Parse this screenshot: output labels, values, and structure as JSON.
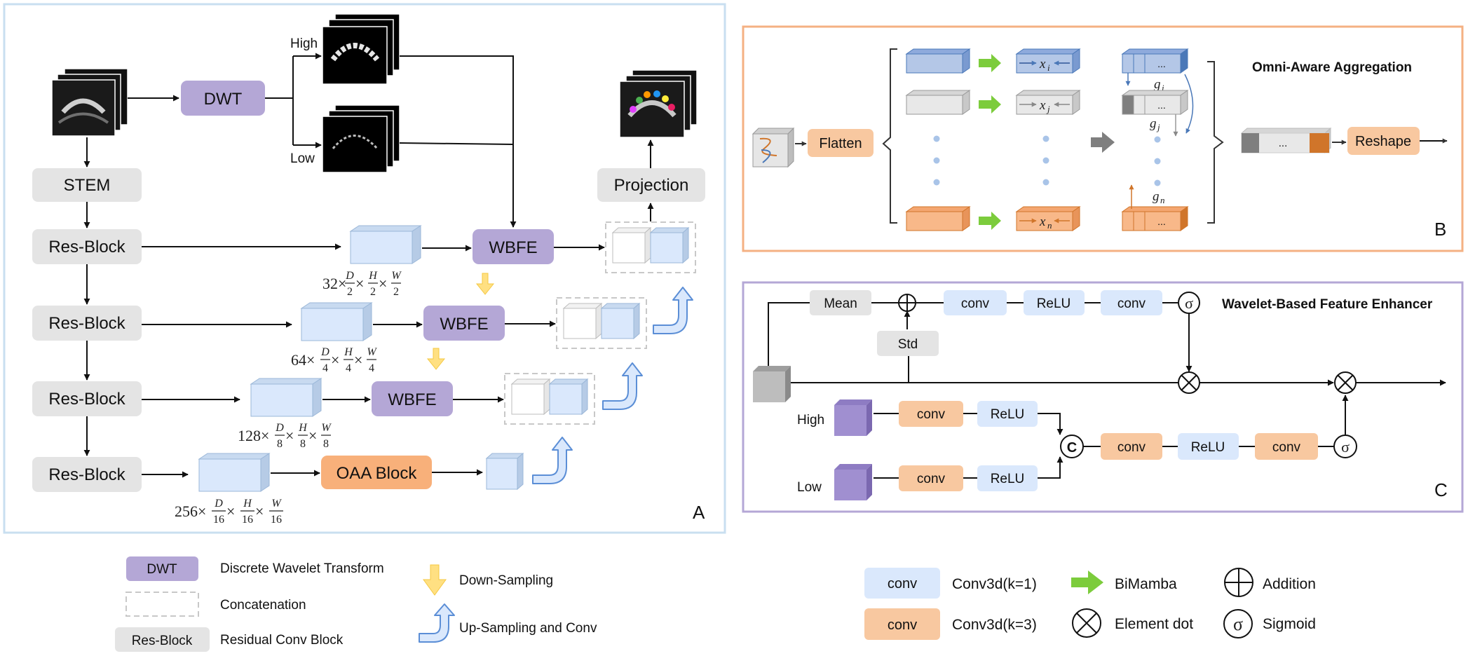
{
  "panel_a": {
    "letter": "A",
    "dwt": "DWT",
    "high": "High",
    "low": "Low",
    "stem": "STEM",
    "res_block": "Res-Block",
    "wbfe": "WBFE",
    "oaa_block": "OAA Block",
    "projection": "Projection",
    "dims": [
      {
        "c": "32",
        "d": "2"
      },
      {
        "c": "64",
        "d": "4"
      },
      {
        "c": "128",
        "d": "8"
      },
      {
        "c": "256",
        "d": "16"
      }
    ],
    "dim_symbols": {
      "times": "×",
      "D": "D",
      "H": "H",
      "W": "W"
    }
  },
  "panel_b": {
    "letter": "B",
    "title": "Omni-Aware Aggregation",
    "flatten": "Flatten",
    "reshape": "Reshape",
    "ellipsis": "...",
    "x_i": "x",
    "x_i_sub": "i",
    "x_j": "x",
    "x_j_sub": "j",
    "x_n": "x",
    "x_n_sub": "n",
    "g_i": "g",
    "g_i_sub": "i",
    "g_j": "g",
    "g_j_sub": "j",
    "g_n": "g",
    "g_n_sub": "n"
  },
  "panel_c": {
    "letter": "C",
    "title": "Wavelet-Based Feature Enhancer",
    "mean": "Mean",
    "std": "Std",
    "conv": "conv",
    "relu": "ReLU",
    "high": "High",
    "low": "Low",
    "sigma": "σ",
    "concat": "C"
  },
  "legend": {
    "dwt_box": "DWT",
    "dwt_desc": "Discrete Wavelet Transform",
    "concat_desc": "Concatenation",
    "res_box": "Res-Block",
    "res_desc": "Residual Conv Block",
    "down_desc": "Down-Sampling",
    "up_desc": "Up-Sampling and Conv",
    "conv1_box": "conv",
    "conv1_desc": "Conv3d(k=1)",
    "conv3_box": "conv",
    "conv3_desc": "Conv3d(k=3)",
    "bimamba_desc": "BiMamba",
    "element_desc": "Element dot",
    "addition_desc": "Addition",
    "sigmoid_desc": "Sigmoid",
    "sigma": "σ"
  },
  "colors": {
    "purple": "#b4a7d6",
    "blue_light": "#dae8fc",
    "orange": "#f8c8a0",
    "gray": "#e4e4e4",
    "green": "#7ccc3c",
    "yellow": "#ffe082",
    "panel_a_border": "#c9dff0",
    "panel_b_border": "#f4b183",
    "panel_c_border": "#b4a7d6"
  }
}
